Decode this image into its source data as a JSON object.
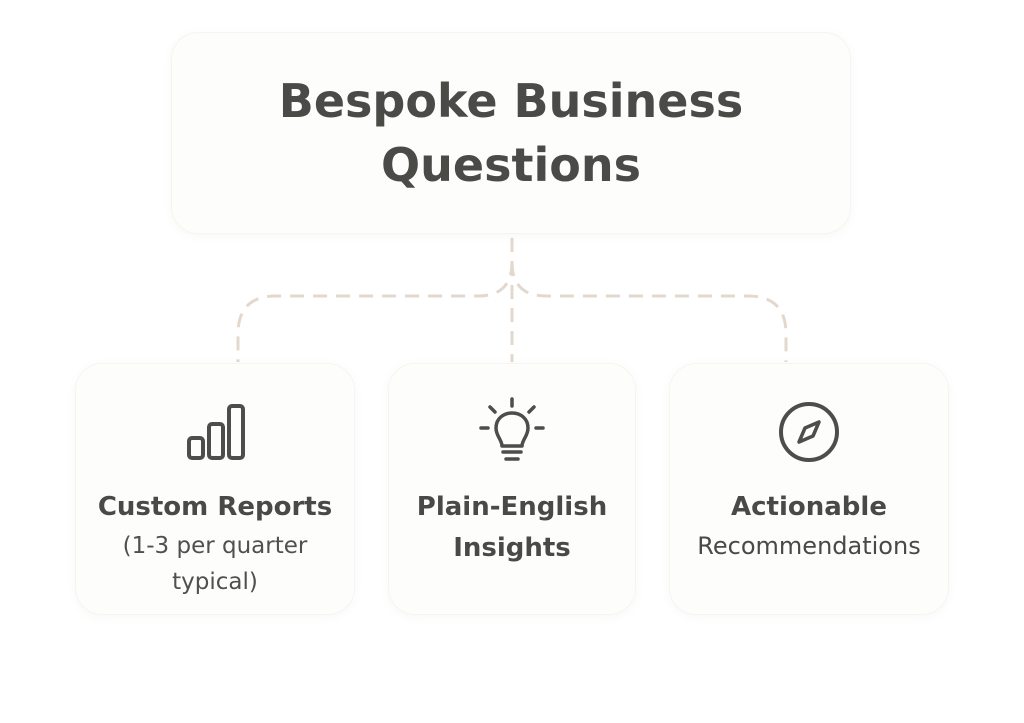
{
  "colors": {
    "card_background": "#fdfdfb",
    "text": "#4a4a48",
    "connector": "#e3d8cd",
    "icon_stroke": "#4d4d4b"
  },
  "root": {
    "title": "Bespoke Business Questions"
  },
  "children": [
    {
      "icon": "bar-chart-icon",
      "title": "Custom Reports",
      "subtitle": "(1-3 per quarter typical)"
    },
    {
      "icon": "lightbulb-icon",
      "title": "Plain-English",
      "subtitle": "Insights"
    },
    {
      "icon": "compass-icon",
      "title": "Actionable",
      "subtitle": "Recommendations"
    }
  ]
}
